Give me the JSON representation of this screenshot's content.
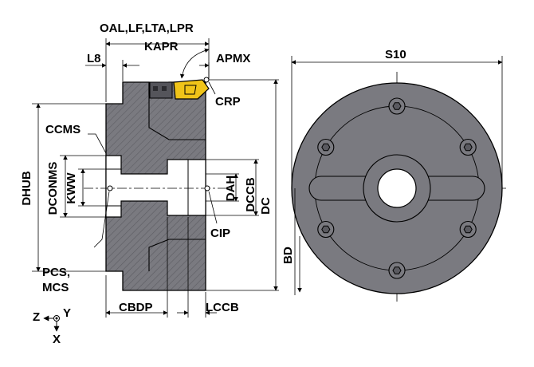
{
  "labels": {
    "oal": "OAL,LF,LTA,LPR",
    "kapr": "KAPR",
    "apmx": "APMX",
    "l8": "L8",
    "crp": "CRP",
    "s10": "S10",
    "ccms": "CCMS",
    "dhub": "DHUB",
    "dconms": "DCONMS",
    "kww": "KWW",
    "dah": "DAH",
    "dccb": "DCCB",
    "dc": "DC",
    "cip": "CIP",
    "pcs": "PCS,",
    "mcs": "MCS",
    "bd": "BD",
    "cbdp": "CBDP",
    "lccb": "LCCB",
    "axis_z": "Z",
    "axis_y": "Y",
    "axis_x": "X"
  },
  "colors": {
    "body": "#7a7a80",
    "body_dark": "#606068",
    "insert": "#f0c419",
    "line": "#000000"
  }
}
